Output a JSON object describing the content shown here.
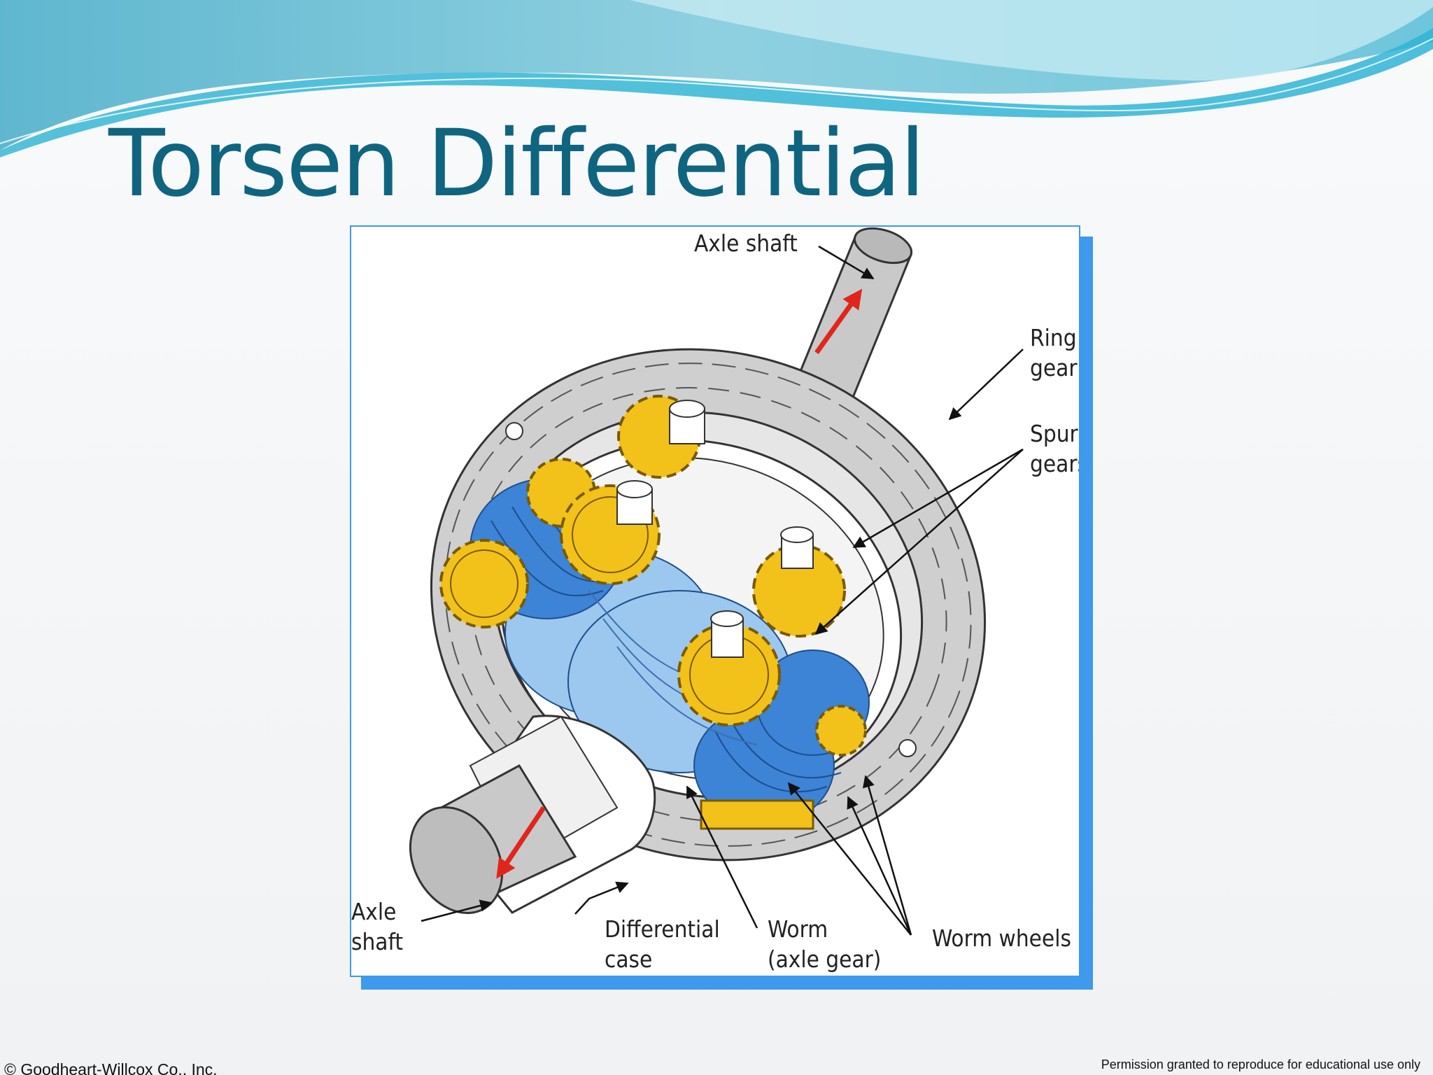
{
  "slide": {
    "title": "Torsen Differential",
    "footer_left": "© Goodheart-Willcox Co., Inc.",
    "footer_right": "Permission granted to reproduce for educational use only"
  },
  "diagram": {
    "labels": {
      "axle_shaft_top": "Axle shaft",
      "ring": "Ring",
      "gear": "gear",
      "spur": "Spur",
      "gears": "gears",
      "axle": "Axle",
      "shaft": "shaft",
      "differential": "Differential",
      "case": "case",
      "worm": "Worm",
      "axle_gear": "(axle gear)",
      "worm_wheels": "Worm wheels"
    }
  },
  "colors": {
    "title": "#0f6580",
    "frame": "#3f99ec",
    "gear_gray": "#c8c8c8",
    "spur_yellow": "#f2c21a",
    "worm_blue": "#3d83d6",
    "worm_light": "#9cc7ef",
    "arrow_red": "#e0261c"
  }
}
